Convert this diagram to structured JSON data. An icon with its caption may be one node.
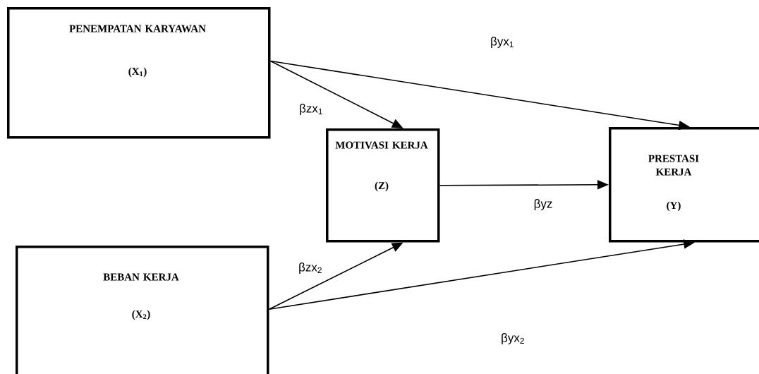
{
  "diagram": {
    "nodes": [
      {
        "text": [
          "PENEMPATAN KARYAWAN",
          "(X$_{1}$)"
        ]
      },
      {
        "text": [
          "MOTIVASI KERJA",
          "(Z)"
        ]
      },
      {
        "text": [
          "PRESTASI KERJA",
          "(Y)"
        ]
      },
      {
        "text": [
          "BEBAN KERJA",
          "(X$_{2}$)"
        ]
      }
    ],
    "edges": [
      {
        "from": 0,
        "to": 1,
        "arrow": "to",
        "label": "βzx$_{1}$"
      },
      {
        "from": 0,
        "to": 2,
        "arrow": "to",
        "label": "βyx$_{1}$"
      },
      {
        "from": 1,
        "to": 2,
        "arrow": "to",
        "label": "βyz"
      },
      {
        "from": 3,
        "to": 1,
        "arrow": "to",
        "label": "βzx$_{2}$"
      },
      {
        "from": 3,
        "to": 2,
        "arrow": "to",
        "label": "βyx$_{2}$"
      }
    ]
  }
}
